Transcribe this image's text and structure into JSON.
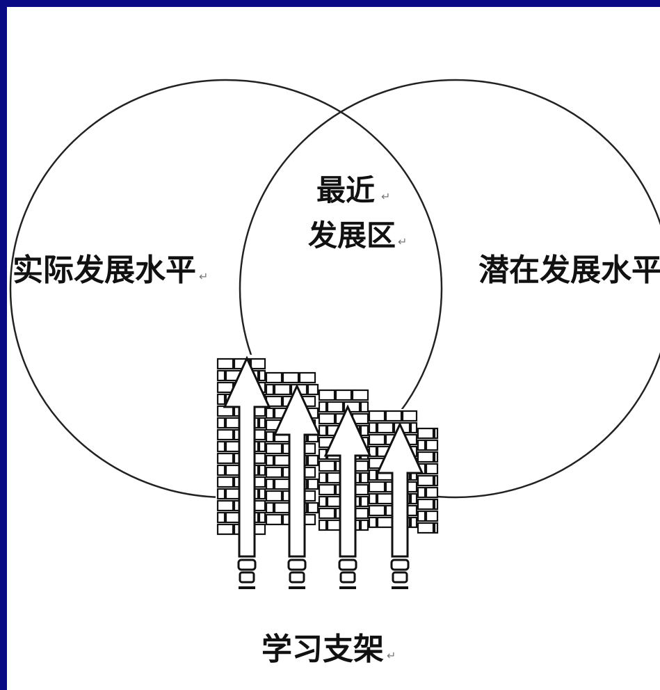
{
  "colors": {
    "frame_border": "#0a0a84",
    "background": "#ffffff",
    "ink": "#111111",
    "return_mark": "#777777"
  },
  "return_mark": "↵",
  "labels": {
    "actual_level": "实际发展水平",
    "potential_level": "潜在发展水平",
    "zpd_line1": "最近",
    "zpd_line2": "发展区",
    "scaffolding": "学习支架"
  },
  "icons": {
    "scaffold": "brick-wall-with-upward-arrows-icon",
    "figure": "small-person-icon"
  }
}
